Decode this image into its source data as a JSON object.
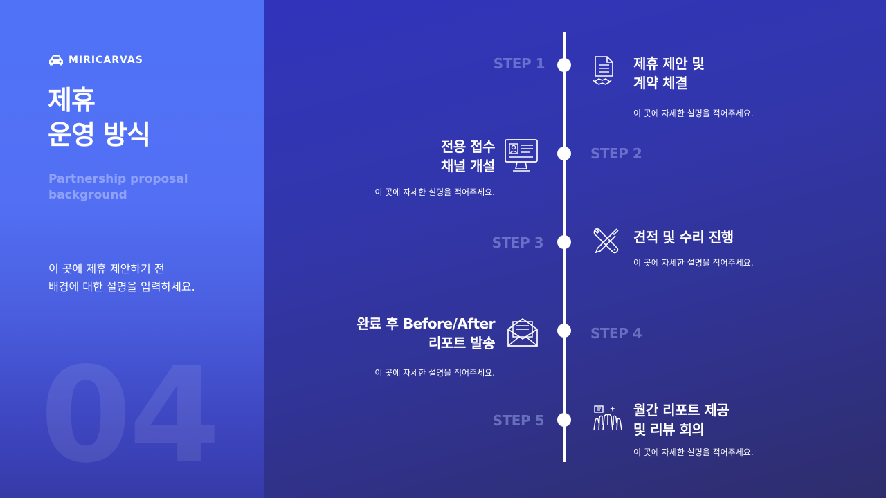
{
  "brand": {
    "name": "MIRICARVAS",
    "icon": "car-icon"
  },
  "title_lines": [
    "제휴",
    "운영 방식"
  ],
  "subtitle_lines": [
    "Partnership proposal",
    "background"
  ],
  "description_lines": [
    "이 곳에 제휴 제안하기 전",
    "배경에 대한 설명을 입력하세요."
  ],
  "page_number": "04",
  "steps": [
    {
      "label": "STEP 1",
      "title_lines": [
        "제휴 제안 및",
        "계약 체결"
      ],
      "description": "이 곳에 자세한 설명을 적어주세요.",
      "icon": "contract-handshake-icon"
    },
    {
      "label": "STEP 2",
      "title_lines": [
        "전용 접수",
        "채널 개설"
      ],
      "description": "이 곳에 자세한 설명을 적어주세요.",
      "icon": "monitor-profile-icon"
    },
    {
      "label": "STEP 3",
      "title_lines": [
        "견적 및 수리 진행"
      ],
      "description": "이 곳에 자세한 설명을 적어주세요.",
      "icon": "tools-icon"
    },
    {
      "label": "STEP 4",
      "title_lines": [
        "완료 후 Before/After",
        "리포트 발송"
      ],
      "description": "이 곳에 자세한 설명을 적어주세요.",
      "icon": "mail-letter-icon"
    },
    {
      "label": "STEP 5",
      "title_lines": [
        "월간 리포트 제공",
        "및 리뷰 회의"
      ],
      "description": "이 곳에 자세한 설명을 적어주세요.",
      "icon": "meeting-hands-icon"
    }
  ],
  "colors": {
    "left_panel": "#4f72f7",
    "right_panel": "#3134bb",
    "step_label": "#8a93d8",
    "text": "#ffffff"
  }
}
